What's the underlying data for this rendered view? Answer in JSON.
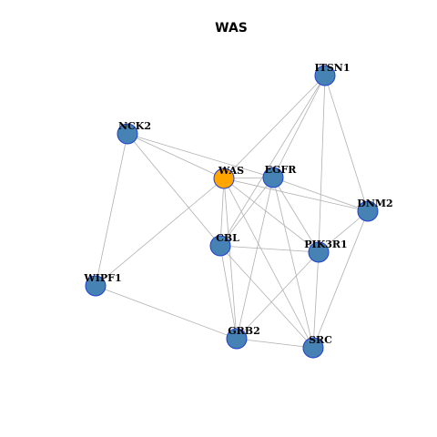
{
  "title": "WAS",
  "colors": {
    "node_default": "#4682b4",
    "node_focus": "#ffa500",
    "node_stroke": "#1f3fd0",
    "edge": "#b0b0b0"
  },
  "nodes": [
    {
      "id": "WAS",
      "label": "WAS",
      "focus": true
    },
    {
      "id": "EGFR",
      "label": "EGFR"
    },
    {
      "id": "ITSN1",
      "label": "ITSN1"
    },
    {
      "id": "NCK2",
      "label": "NCK2"
    },
    {
      "id": "DNM2",
      "label": "DNM2"
    },
    {
      "id": "CBL",
      "label": "CBL"
    },
    {
      "id": "PIK3R1",
      "label": "PIK3R1"
    },
    {
      "id": "WIPF1",
      "label": "WIPF1"
    },
    {
      "id": "GRB2",
      "label": "GRB2"
    },
    {
      "id": "SRC",
      "label": "SRC"
    }
  ],
  "edges": [
    [
      "WAS",
      "NCK2"
    ],
    [
      "WAS",
      "EGFR"
    ],
    [
      "WAS",
      "DNM2"
    ],
    [
      "WAS",
      "CBL"
    ],
    [
      "WAS",
      "PIK3R1"
    ],
    [
      "WAS",
      "GRB2"
    ],
    [
      "WAS",
      "SRC"
    ],
    [
      "WAS",
      "WIPF1"
    ],
    [
      "WAS",
      "ITSN1"
    ],
    [
      "NCK2",
      "EGFR"
    ],
    [
      "NCK2",
      "CBL"
    ],
    [
      "NCK2",
      "WIPF1"
    ],
    [
      "ITSN1",
      "EGFR"
    ],
    [
      "ITSN1",
      "DNM2"
    ],
    [
      "ITSN1",
      "PIK3R1"
    ],
    [
      "ITSN1",
      "CBL"
    ],
    [
      "EGFR",
      "DNM2"
    ],
    [
      "EGFR",
      "CBL"
    ],
    [
      "EGFR",
      "PIK3R1"
    ],
    [
      "EGFR",
      "GRB2"
    ],
    [
      "EGFR",
      "SRC"
    ],
    [
      "DNM2",
      "PIK3R1"
    ],
    [
      "DNM2",
      "SRC"
    ],
    [
      "CBL",
      "PIK3R1"
    ],
    [
      "CBL",
      "GRB2"
    ],
    [
      "CBL",
      "SRC"
    ],
    [
      "PIK3R1",
      "GRB2"
    ],
    [
      "PIK3R1",
      "SRC"
    ],
    [
      "WIPF1",
      "GRB2"
    ],
    [
      "GRB2",
      "SRC"
    ]
  ]
}
